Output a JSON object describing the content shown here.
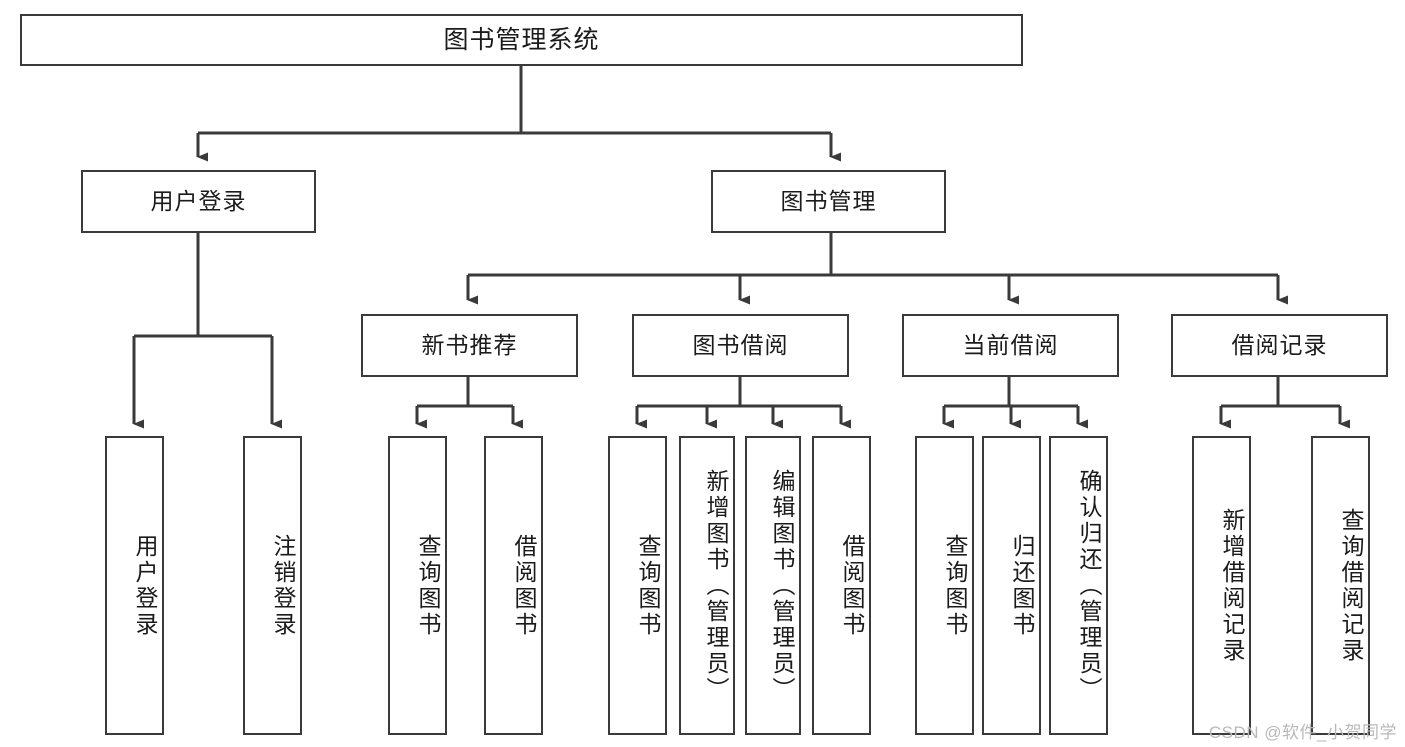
{
  "diagram": {
    "title": "图书管理系统",
    "type": "tree",
    "watermark": "CSDN @软件_小贺同学",
    "colors": {
      "box_border": "#3a3a3a",
      "box_fill": "#ffffff",
      "edge": "#3a3a3a",
      "text": "#1b1b1b",
      "watermark": "#b9b9b9",
      "background": "#ffffff"
    }
  },
  "nodes": {
    "root": {
      "label": "图书管理系统",
      "level": 1,
      "orientation": "horizontal"
    },
    "level2": [
      {
        "id": "user-login",
        "label": "用户登录",
        "orientation": "horizontal"
      },
      {
        "id": "book-management",
        "label": "图书管理",
        "orientation": "horizontal"
      }
    ],
    "level3": [
      {
        "id": "new-book-recommend",
        "label": "新书推荐",
        "orientation": "horizontal"
      },
      {
        "id": "book-borrow",
        "label": "图书借阅",
        "orientation": "horizontal"
      },
      {
        "id": "current-borrow",
        "label": "当前借阅",
        "orientation": "horizontal"
      },
      {
        "id": "borrow-record",
        "label": "借阅记录",
        "orientation": "horizontal"
      }
    ],
    "leaves": [
      {
        "id": "leaf-user-login",
        "label": "用户登录",
        "parent": "user-login",
        "orientation": "vertical"
      },
      {
        "id": "leaf-logout-login",
        "label": "注销登录",
        "parent": "user-login",
        "orientation": "vertical"
      },
      {
        "id": "leaf-query-book-1",
        "label": "查询图书",
        "parent": "new-book-recommend",
        "orientation": "vertical"
      },
      {
        "id": "leaf-borrow-book-1",
        "label": "借阅图书",
        "parent": "new-book-recommend",
        "orientation": "vertical"
      },
      {
        "id": "leaf-query-book-2",
        "label": "查询图书",
        "parent": "book-borrow",
        "orientation": "vertical"
      },
      {
        "id": "leaf-add-book",
        "label": "新增图书（管理员）",
        "parent": "book-borrow",
        "orientation": "vertical"
      },
      {
        "id": "leaf-edit-book",
        "label": "编辑图书（管理员）",
        "parent": "book-borrow",
        "orientation": "vertical"
      },
      {
        "id": "leaf-borrow-book-2",
        "label": "借阅图书",
        "parent": "book-borrow",
        "orientation": "vertical"
      },
      {
        "id": "leaf-query-book-3",
        "label": "查询图书",
        "parent": "current-borrow",
        "orientation": "vertical"
      },
      {
        "id": "leaf-return-book",
        "label": "归还图书",
        "parent": "current-borrow",
        "orientation": "vertical"
      },
      {
        "id": "leaf-confirm-return",
        "label": "确认归还（管理员）",
        "parent": "current-borrow",
        "orientation": "vertical"
      },
      {
        "id": "leaf-add-borrow-record",
        "label": "新增借阅记录",
        "parent": "borrow-record",
        "orientation": "vertical"
      },
      {
        "id": "leaf-query-borrow-record",
        "label": "查询借阅记录",
        "parent": "borrow-record",
        "orientation": "vertical"
      }
    ]
  }
}
